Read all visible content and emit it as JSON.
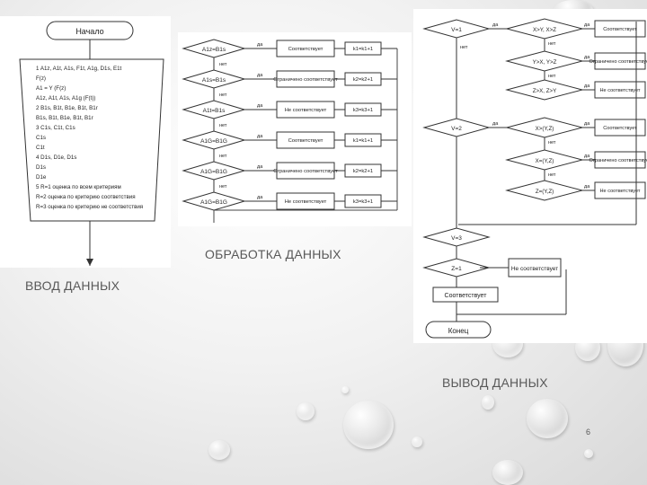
{
  "slide": {
    "captions": {
      "input": "ВВОД ДАННЫХ",
      "processing": "ОБРАБОТКА ДАННЫХ",
      "output": "ВЫВОД ДАННЫХ"
    },
    "page_number": "6"
  },
  "input_panel": {
    "start_label": "Начало",
    "lines": [
      "1 A1z, A1t, A1s, F1t, A1g, D1s, E1t",
      "F(z)",
      "A1 = Y (F(z)",
      "A1z, A1t, A1s, A1g (F(t))",
      "2 B1s, B1t, B1e, B1t, B1r",
      "B1s, B1t, B1e, B1t, B1r",
      "3 C1s, C1t, C1s",
      "C1s",
      "C1t",
      "4 D1s, D1e, D1s",
      "D1s",
      "D1e",
      "5 R=1 оценка по всем критериям",
      "R=2 оценка по критерию соответствия",
      "R=3 оценка по критерию не соответствия"
    ]
  },
  "processing_panel": {
    "diamonds": [
      "A1z=B1s",
      "A1s=B1s",
      "A1t=B1s",
      "A1G=B1G",
      "A1G=B1G",
      "A1G=B1G"
    ],
    "branch_yes": "да",
    "branch_no": "нет",
    "results": [
      "Соответствует",
      "Ограничено соответствует",
      "Не соответствует",
      "Соответствует",
      "Ограничено соответствует",
      "Не соответствует"
    ],
    "counters": [
      "k1=k1+1",
      "k2=k2+1",
      "k3=k3+1",
      "k1=k1+1",
      "k2=k2+1",
      "k3=k3+1"
    ]
  },
  "output_panel": {
    "diamonds_left": [
      "V=1",
      "V=2",
      "V=3",
      "Z=1"
    ],
    "diamonds_mid": [
      "X>Y, X>Z",
      "Y>X, Y>Z",
      "Z>X, Z>Y",
      "X>(Y,Z)",
      "X=(Y,Z)",
      "Z=(Y,Z)"
    ],
    "results": [
      "Соответствует",
      "Ограничено соответствует",
      "Не соответствует",
      "Соответствует",
      "Ограничено соответствует",
      "Не соответствует"
    ],
    "bottom_result": "Соответствует",
    "bottom_right_result": "Не соответствует",
    "end_label": "Конец",
    "branch_yes": "да",
    "branch_no": "нет"
  }
}
